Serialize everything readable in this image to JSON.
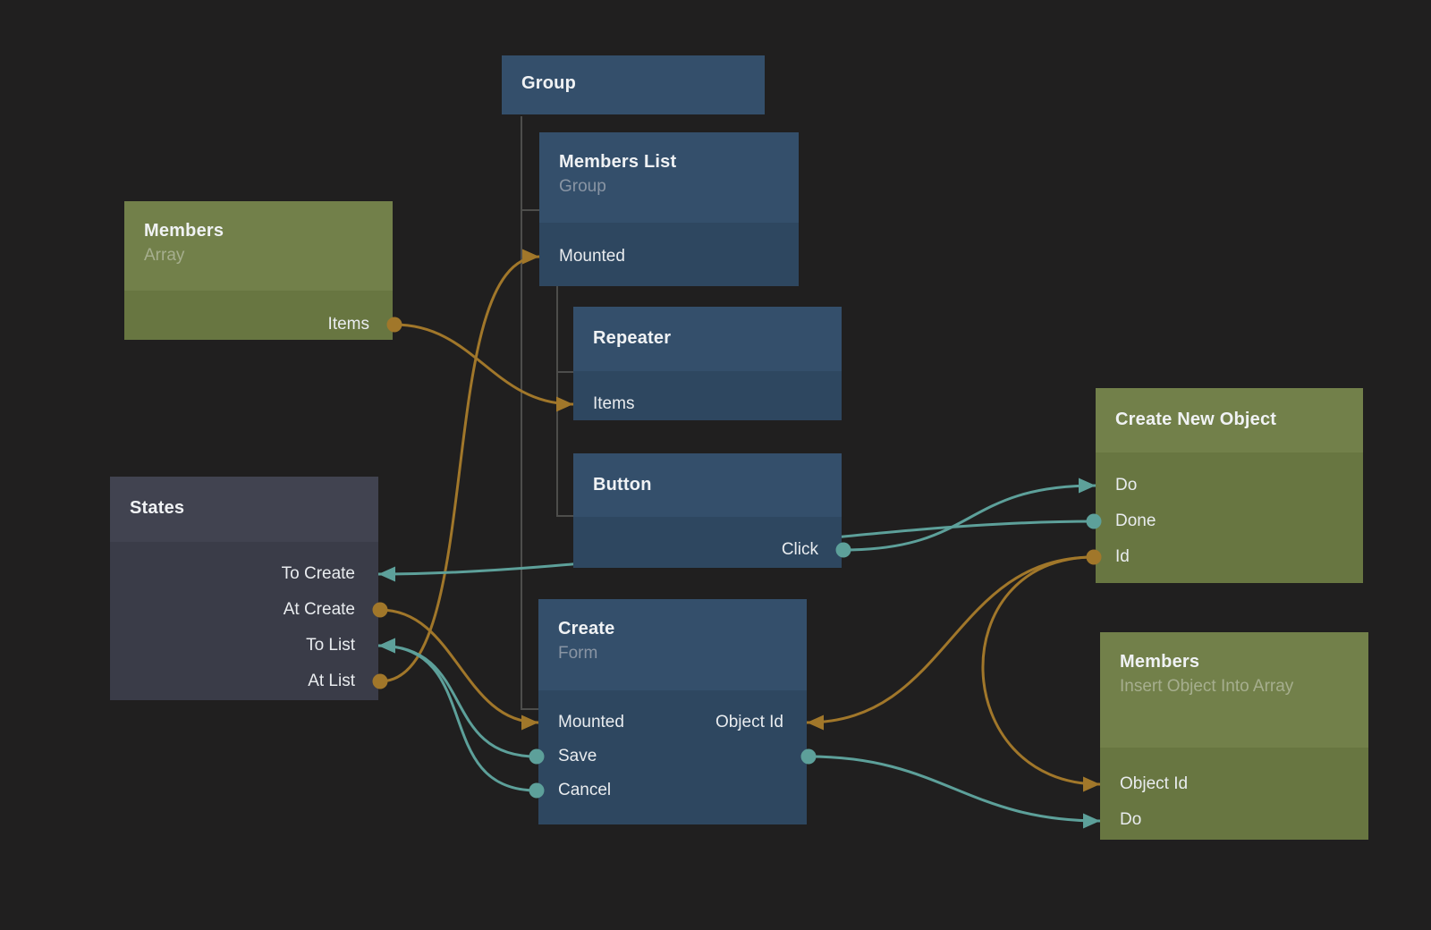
{
  "nodes": {
    "group": {
      "title": "Group"
    },
    "members_list": {
      "title": "Members List",
      "subtitle": "Group",
      "ports": {
        "mounted": "Mounted"
      }
    },
    "members_array": {
      "title": "Members",
      "subtitle": "Array",
      "ports": {
        "items": "Items"
      }
    },
    "repeater": {
      "title": "Repeater",
      "ports": {
        "items": "Items"
      }
    },
    "button": {
      "title": "Button",
      "ports": {
        "click": "Click"
      }
    },
    "states": {
      "title": "States",
      "ports": {
        "to_create": "To Create",
        "at_create": "At Create",
        "to_list": "To List",
        "at_list": "At List"
      }
    },
    "create": {
      "title": "Create",
      "subtitle": "Form",
      "ports": {
        "mounted": "Mounted",
        "object_id": "Object Id",
        "save": "Save",
        "cancel": "Cancel"
      }
    },
    "create_new_object": {
      "title": "Create New Object",
      "ports": {
        "do": "Do",
        "done": "Done",
        "id": "Id"
      }
    },
    "members_insert": {
      "title": "Members",
      "subtitle": "Insert Object Into Array",
      "ports": {
        "object_id": "Object Id",
        "do": "Do"
      }
    }
  },
  "connections": [
    {
      "from": "members_array.items",
      "to": "repeater.items",
      "kind": "data"
    },
    {
      "from": "states.at_create",
      "to": "create.mounted",
      "kind": "data"
    },
    {
      "from": "states.at_list",
      "to": "members_list.mounted",
      "kind": "data"
    },
    {
      "from": "create_new_object.id",
      "to": "create.object_id",
      "kind": "data"
    },
    {
      "from": "create_new_object.id",
      "to": "members_insert.object_id",
      "kind": "data"
    },
    {
      "from": "button.click",
      "to": "create_new_object.do",
      "kind": "signal"
    },
    {
      "from": "create_new_object.done",
      "to": "states.to_create",
      "kind": "signal"
    },
    {
      "from": "create.save",
      "to": "states.to_list",
      "kind": "signal"
    },
    {
      "from": "create.cancel",
      "to": "states.to_list",
      "kind": "signal"
    },
    {
      "from": "create.save",
      "to": "members_insert.do",
      "kind": "signal"
    }
  ],
  "colors": {
    "background": "#201f1f",
    "node_blue_header": "#344f6b",
    "node_blue_body": "#2e4760",
    "node_green_header": "#72804a",
    "node_green_body": "#687641",
    "node_slate_header": "#414350",
    "node_slate_body": "#3a3c48",
    "wire_data": "#a1772a",
    "wire_signal": "#5da09a",
    "hierarchy_line": "#4d4d4b"
  }
}
